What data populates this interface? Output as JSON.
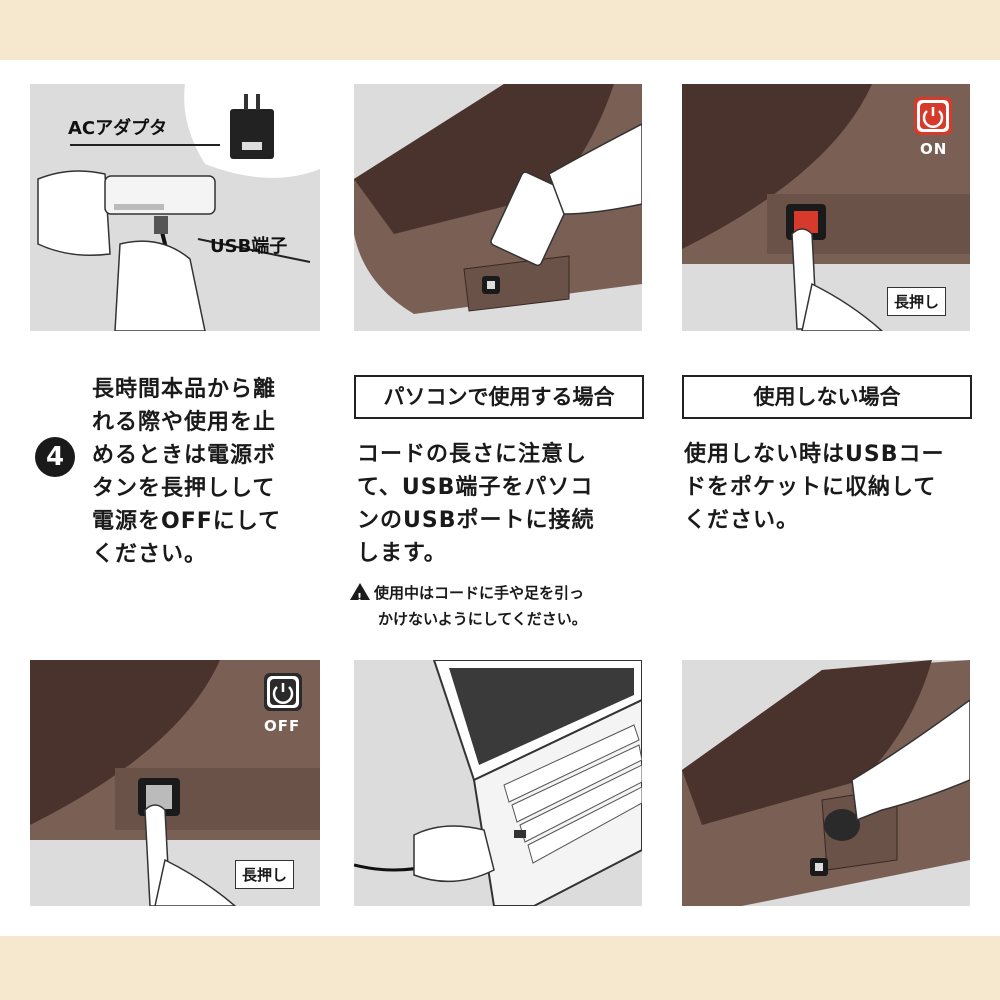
{
  "panels": {
    "adapter": {
      "ac_adapter_label": "ACアダプタ",
      "usb_port_label": "USB端子"
    },
    "power_on": {
      "state_label": "ON",
      "long_press_label": "長押し",
      "accent_color": "#d63a2a"
    },
    "power_off": {
      "state_label": "OFF",
      "long_press_label": "長押し"
    }
  },
  "step4": {
    "number": "4",
    "lines": [
      "長時間本品から離",
      "れる際や使用を止",
      "めるときは電源ボ",
      "タンを長押しして",
      "電源をOFFにして",
      "ください。"
    ]
  },
  "pc_use": {
    "heading": "パソコンで使用する場合",
    "lines": [
      "コードの長さに注意し",
      "て、USB端子をパソコ",
      "ンのUSBポートに接続",
      "します。"
    ],
    "caution_lines": [
      "使用中はコードに手や足を引っ",
      "かけないようにしてください。"
    ]
  },
  "not_in_use": {
    "heading": "使用しない場合",
    "lines": [
      "使用しない時はUSBコー",
      "ドをポケットに収納して",
      "ください。"
    ]
  },
  "colors": {
    "band": "#f5e8cf",
    "panel_bg": "#dcdcdc",
    "product_dark": "#4a332c",
    "product_light": "#7a5f55"
  }
}
